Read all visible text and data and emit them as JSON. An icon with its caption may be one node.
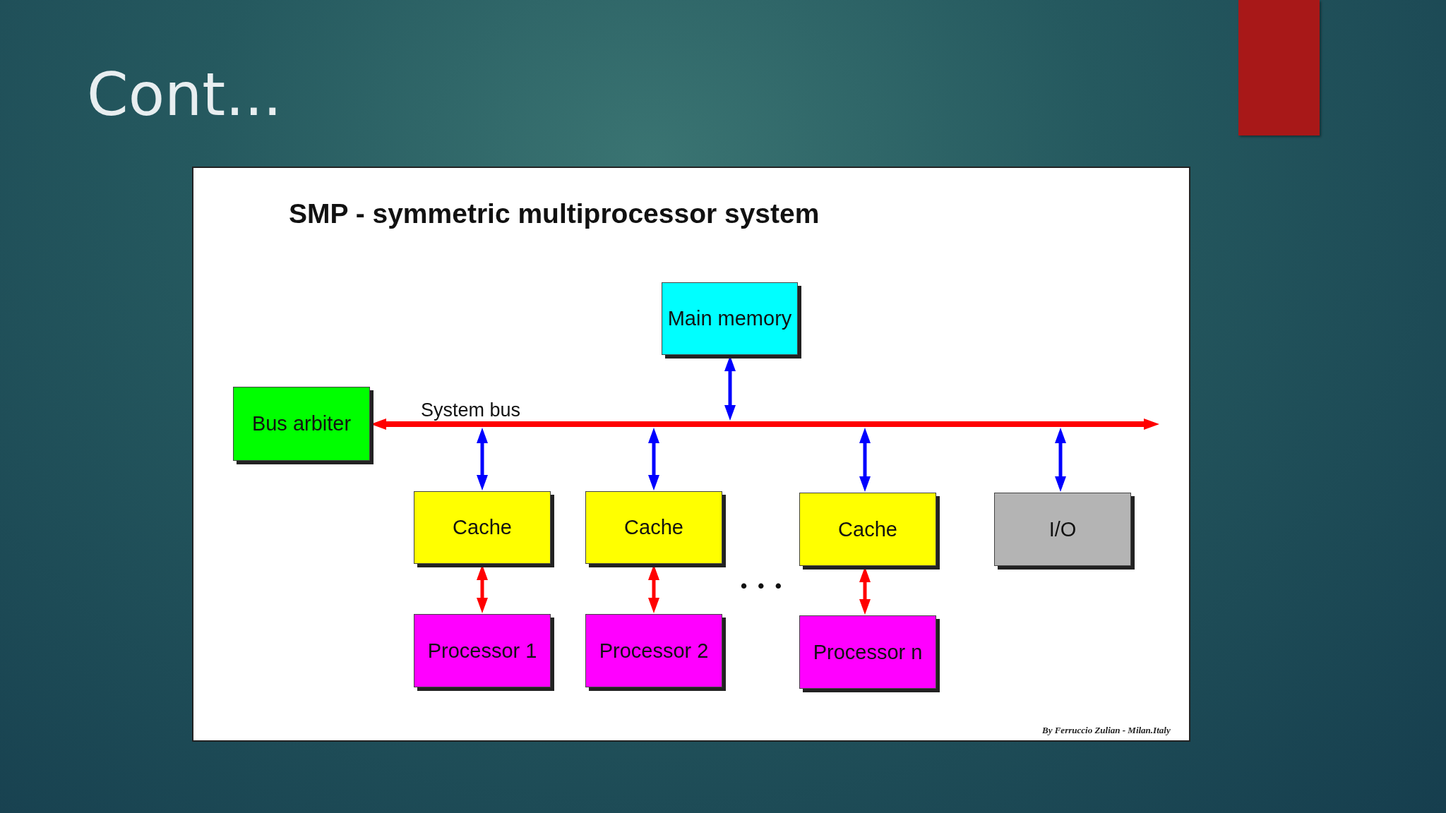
{
  "diagram": {
    "title": "Cont...",
    "nodes": [
      {
        "text": [
          "Main memory"
        ]
      },
      {
        "text": [
          "Bus arbiter"
        ]
      },
      {
        "text": [
          "System bus"
        ]
      },
      {
        "text": [
          "Cache"
        ]
      },
      {
        "text": [
          "Cache"
        ]
      },
      {
        "text": [
          "Cache"
        ]
      },
      {
        "text": [
          "I/O"
        ]
      },
      {
        "text": [
          "Processor 1"
        ]
      },
      {
        "text": [
          "Processor 2"
        ]
      },
      {
        "text": [
          "Processor n"
        ]
      }
    ],
    "edges": [
      {
        "from": 0,
        "to": 2,
        "arrow": "both",
        "color": "#0000ff"
      },
      {
        "from": 2,
        "to": 3,
        "arrow": "both",
        "color": "#0000ff"
      },
      {
        "from": 2,
        "to": 4,
        "arrow": "both",
        "color": "#0000ff"
      },
      {
        "from": 2,
        "to": 5,
        "arrow": "both",
        "color": "#0000ff"
      },
      {
        "from": 2,
        "to": 6,
        "arrow": "both",
        "color": "#0000ff"
      },
      {
        "from": 3,
        "to": 7,
        "arrow": "both",
        "color": "#ff0000"
      },
      {
        "from": 4,
        "to": 8,
        "arrow": "both",
        "color": "#ff0000"
      },
      {
        "from": 5,
        "to": 9,
        "arrow": "both",
        "color": "#ff0000"
      },
      {
        "from": 2,
        "to": 1,
        "arrow": "to",
        "color": "#ff0000"
      },
      {
        "from": 2,
        "to": null,
        "arrow": "to",
        "color": "#ff0000"
      }
    ],
    "labels": [
      "SMP - symmetric multiprocessor system",
      "• • •",
      "By Ferruccio Zulian - Milan.Italy"
    ]
  }
}
